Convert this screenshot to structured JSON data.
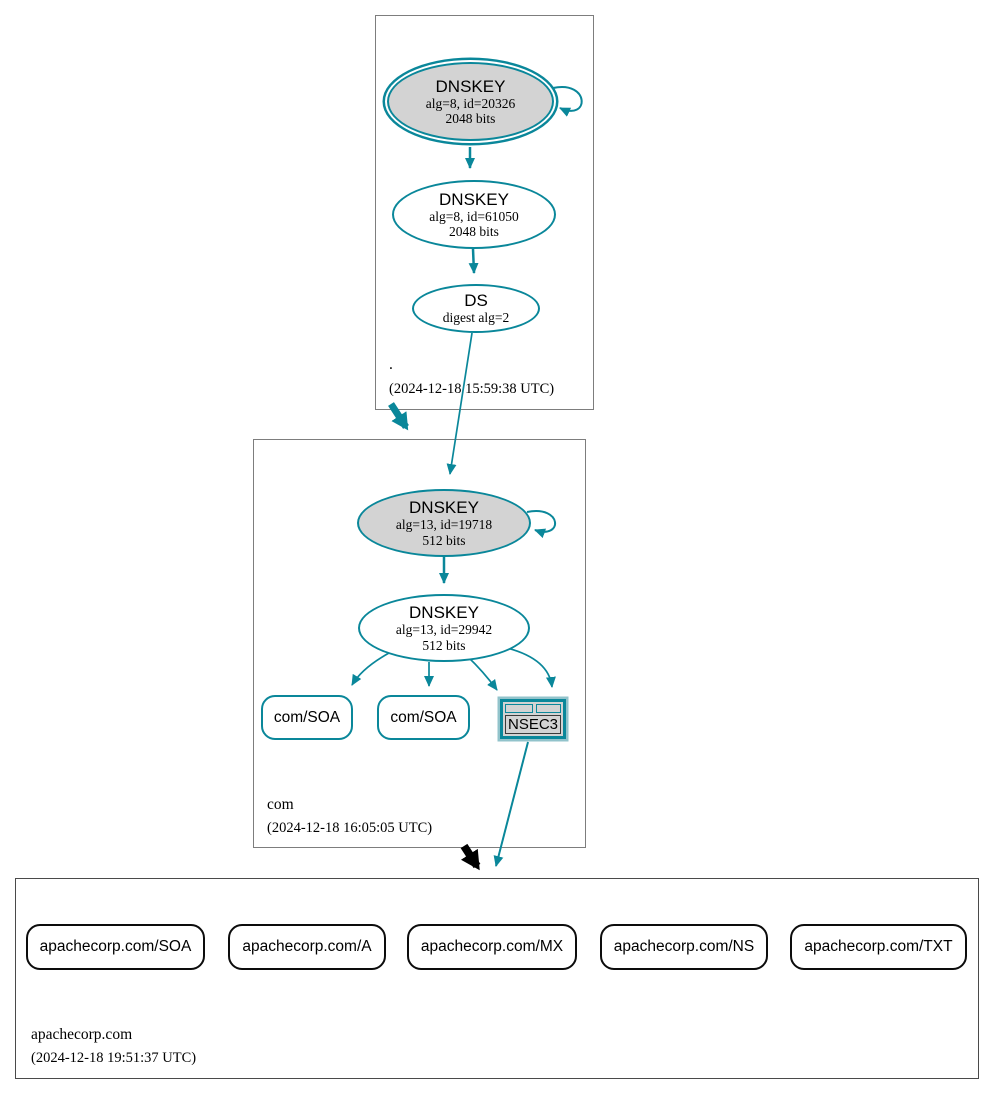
{
  "diagram": {
    "type": "dnssec-authentication-chain",
    "colors": {
      "secure": "#0a879a",
      "insecure_edge": "#000000",
      "key_fill": "#d3d3d3"
    },
    "zones": [
      {
        "name": ".",
        "timestamp": "(2024-12-18 15:59:38 UTC)",
        "nodes": {
          "ksk": {
            "title": "DNSKEY",
            "detail1": "alg=8, id=20326",
            "detail2": "2048 bits"
          },
          "zsk": {
            "title": "DNSKEY",
            "detail1": "alg=8, id=61050",
            "detail2": "2048 bits"
          },
          "ds": {
            "title": "DS",
            "detail1": "digest alg=2"
          }
        }
      },
      {
        "name": "com",
        "timestamp": "(2024-12-18 16:05:05 UTC)",
        "nodes": {
          "ksk": {
            "title": "DNSKEY",
            "detail1": "alg=13, id=19718",
            "detail2": "512 bits"
          },
          "zsk": {
            "title": "DNSKEY",
            "detail1": "alg=13, id=29942",
            "detail2": "512 bits"
          },
          "soa1": {
            "label": "com/SOA"
          },
          "soa2": {
            "label": "com/SOA"
          },
          "nsec3": {
            "label": "NSEC3"
          }
        }
      },
      {
        "name": "apachecorp.com",
        "timestamp": "(2024-12-18 19:51:37 UTC)",
        "rrsets": [
          {
            "label": "apachecorp.com/SOA"
          },
          {
            "label": "apachecorp.com/A"
          },
          {
            "label": "apachecorp.com/MX"
          },
          {
            "label": "apachecorp.com/NS"
          },
          {
            "label": "apachecorp.com/TXT"
          }
        ]
      }
    ]
  }
}
